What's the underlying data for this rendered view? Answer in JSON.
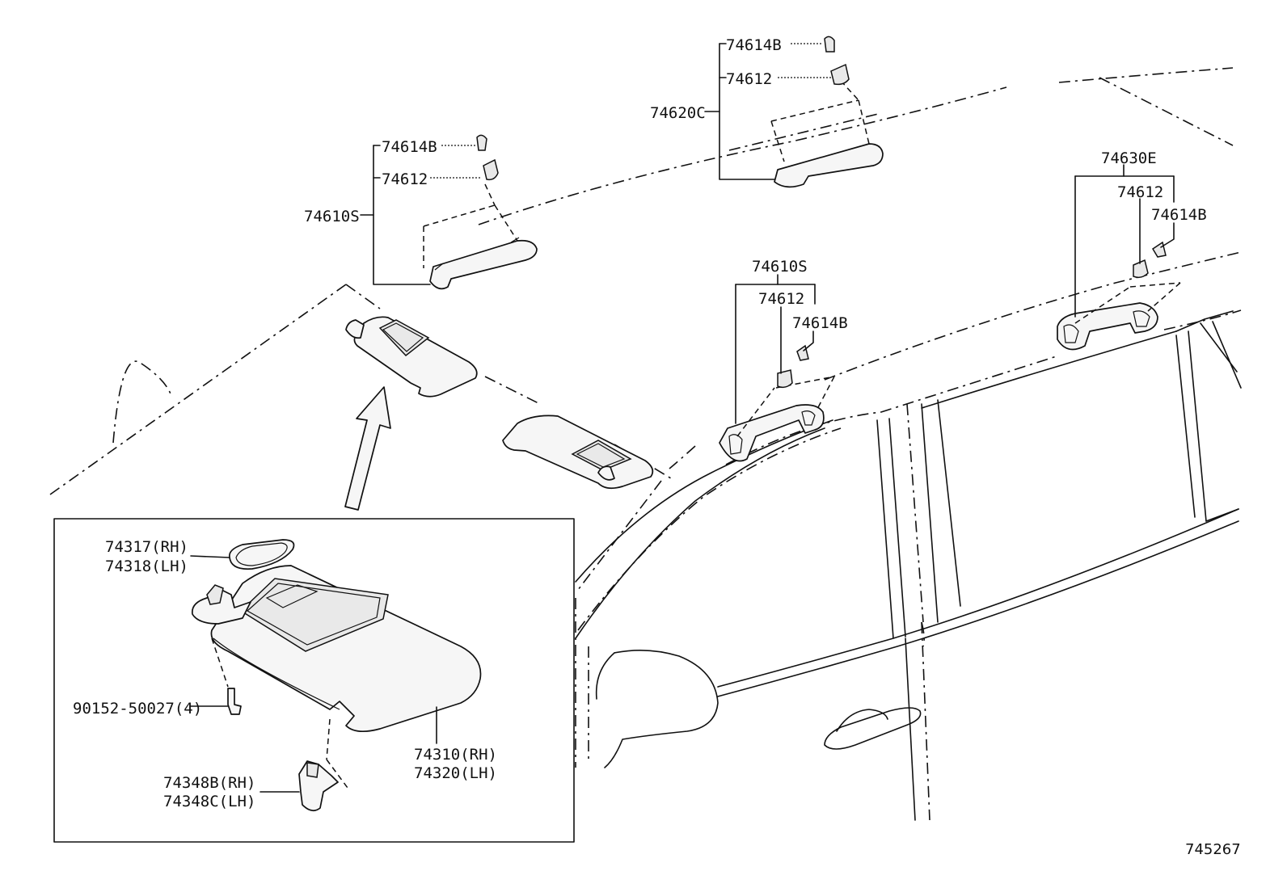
{
  "labels": {
    "l_74614B_a": "74614B",
    "l_74612_a": "74612",
    "l_74620C": "74620C",
    "l_74614B_b": "74614B",
    "l_74612_b": "74612",
    "l_74610S_a": "74610S",
    "l_74630E": "74630E",
    "l_74612_c": "74612",
    "l_74614B_c": "74614B",
    "l_74610S_b": "74610S",
    "l_74612_d": "74612",
    "l_74614B_d": "74614B",
    "l_74317": "74317(RH)",
    "l_74318": "74318(LH)",
    "l_90152": "90152-50027(4)",
    "l_74310": "74310(RH)",
    "l_74320": "74320(LH)",
    "l_74348B": "74348B(RH)",
    "l_74348C": "74348C(LH)"
  },
  "diagram_id": "745267"
}
